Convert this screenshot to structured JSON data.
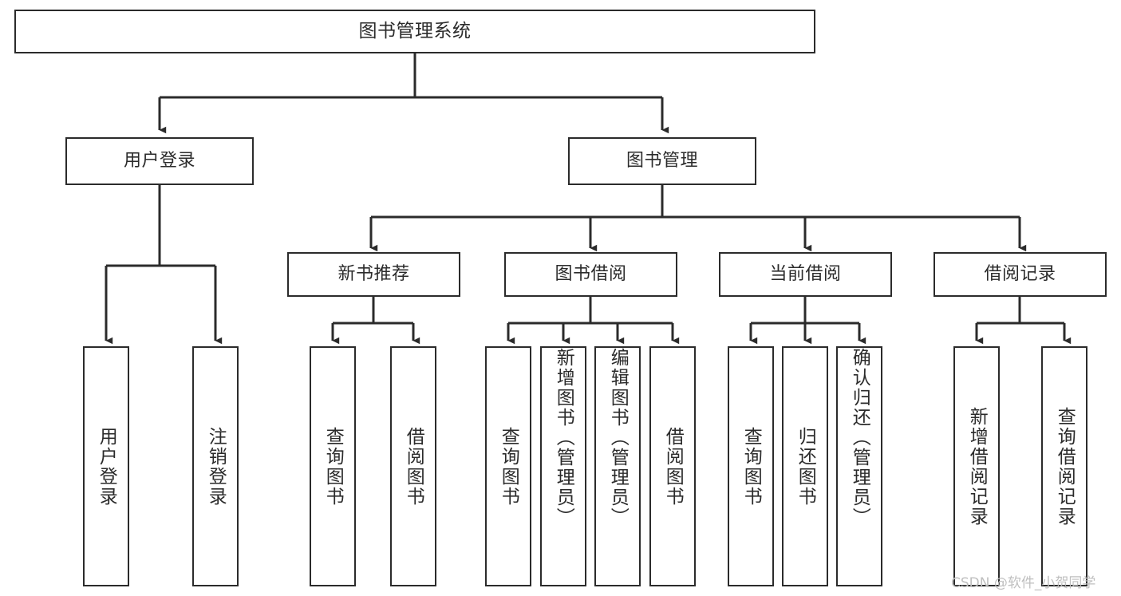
{
  "diagram": {
    "title": "图书管理系统",
    "type": "hierarchy-tree",
    "background_color": "#ffffff",
    "line_color": "#2b2b2b",
    "text_color": "#2b2b2b"
  },
  "root": {
    "label": "图书管理系统"
  },
  "level1": [
    {
      "id": "user-login",
      "label": "用户登录"
    },
    {
      "id": "book-manage",
      "label": "图书管理"
    }
  ],
  "level2": [
    {
      "id": "new-book-recommend",
      "label": "新书推荐",
      "parent": "book-manage"
    },
    {
      "id": "book-borrow",
      "label": "图书借阅",
      "parent": "book-manage"
    },
    {
      "id": "current-borrow",
      "label": "当前借阅",
      "parent": "book-manage"
    },
    {
      "id": "borrow-record",
      "label": "借阅记录",
      "parent": "book-manage"
    }
  ],
  "leaves": [
    {
      "id": "leaf-user-login",
      "label": "用户登录",
      "parent": "user-login"
    },
    {
      "id": "leaf-user-logout",
      "label": "注销登录",
      "parent": "user-login"
    },
    {
      "id": "leaf-query-book-1",
      "label": "查询图书",
      "parent": "new-book-recommend"
    },
    {
      "id": "leaf-borrow-book-1",
      "label": "借阅图书",
      "parent": "new-book-recommend"
    },
    {
      "id": "leaf-query-book-2",
      "label": "查询图书",
      "parent": "book-borrow"
    },
    {
      "id": "leaf-add-book",
      "label": "新增图书（管理员）",
      "parent": "book-borrow"
    },
    {
      "id": "leaf-edit-book",
      "label": "编辑图书（管理员）",
      "parent": "book-borrow"
    },
    {
      "id": "leaf-borrow-book-2",
      "label": "借阅图书",
      "parent": "book-borrow"
    },
    {
      "id": "leaf-query-book-3",
      "label": "查询图书",
      "parent": "current-borrow"
    },
    {
      "id": "leaf-return-book",
      "label": "归还图书",
      "parent": "current-borrow"
    },
    {
      "id": "leaf-confirm-return",
      "label": "确认归还（管理员）",
      "parent": "current-borrow"
    },
    {
      "id": "leaf-add-record",
      "label": "新增借阅记录",
      "parent": "borrow-record"
    },
    {
      "id": "leaf-query-record",
      "label": "查询借阅记录",
      "parent": "borrow-record"
    }
  ],
  "watermark": {
    "text": "CSDN @软件_小贺同学"
  }
}
